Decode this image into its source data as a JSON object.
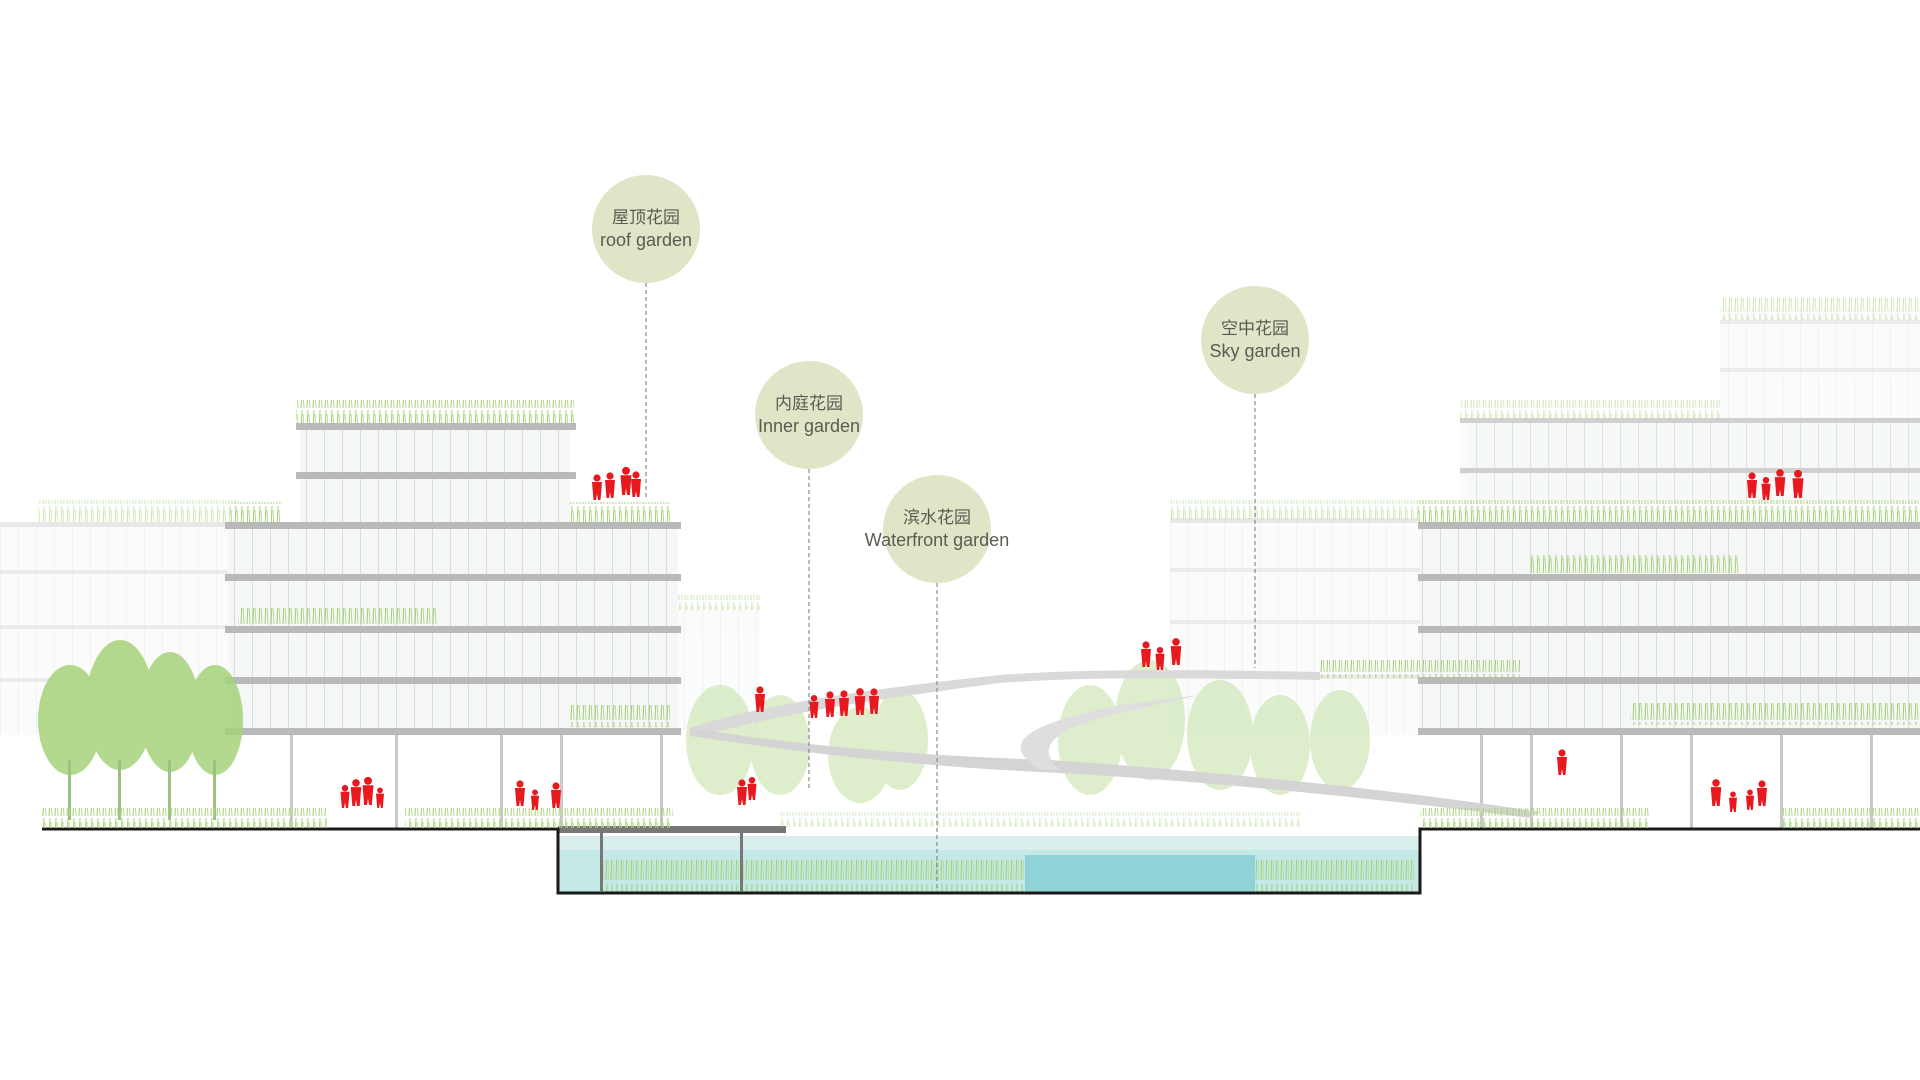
{
  "diagram": {
    "gardens": [
      {
        "id": "roof",
        "zh": "屋顶花园",
        "en": "roof garden"
      },
      {
        "id": "inner",
        "zh": "内庭花园",
        "en": "Inner garden"
      },
      {
        "id": "waterfront",
        "zh": "滨水花园",
        "en": "Waterfront garden"
      },
      {
        "id": "sky",
        "zh": "空中花园",
        "en": "Sky garden"
      }
    ],
    "colors": {
      "bubble": "#dfe6c8",
      "people": "#e8191e",
      "greenery": "#8fcf5a",
      "building_band": "#b9b9b9",
      "water": "#a9dedb",
      "ground": "#1a1a1a"
    }
  }
}
